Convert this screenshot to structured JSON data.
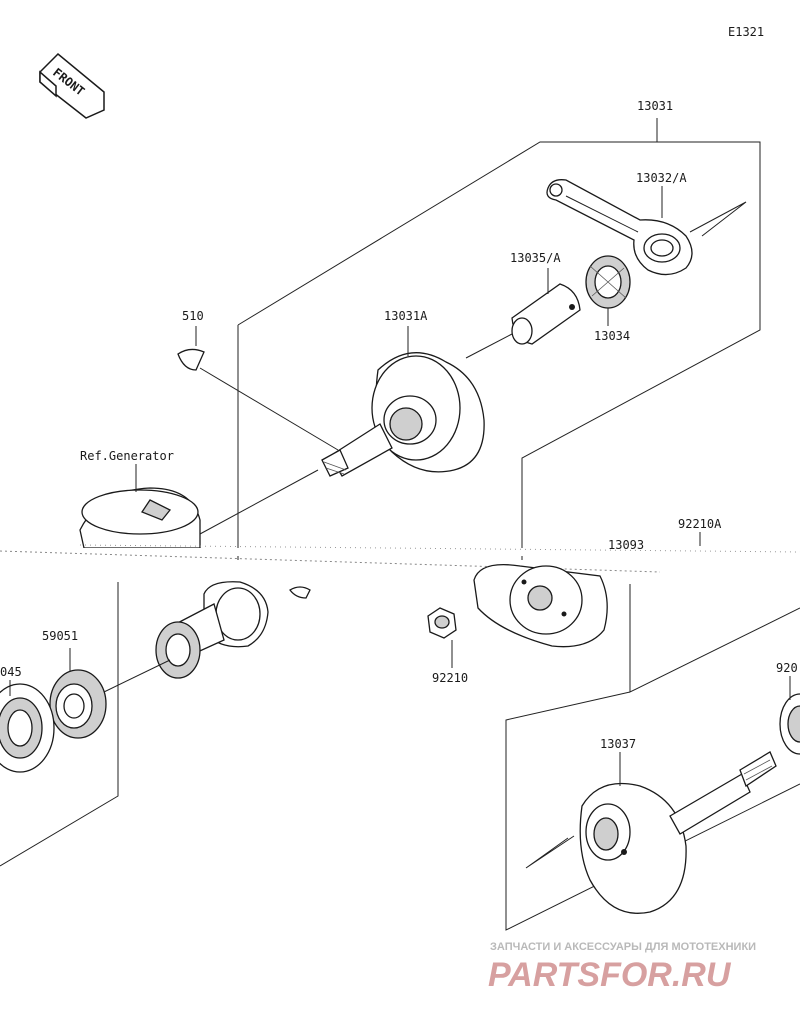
{
  "diagram_code": "E1321",
  "front_label": "FRONT",
  "labels": {
    "p13031": "13031",
    "p13032a": "13032/A",
    "p13035a": "13035/A",
    "p13034": "13034",
    "p13031a": "13031A",
    "p510": "510",
    "ref_generator": "Ref.Generator",
    "p92210a": "92210A",
    "p13093": "13093",
    "p92210": "92210",
    "p59051": "59051",
    "p045": "045",
    "p920": "920",
    "p13037": "13037"
  },
  "watermark": {
    "top": "ЗАПЧАСТИ И АКСЕССУАРЫ ДЛЯ МОТОТЕХНИКИ",
    "main": "PARTSFOR.RU"
  }
}
